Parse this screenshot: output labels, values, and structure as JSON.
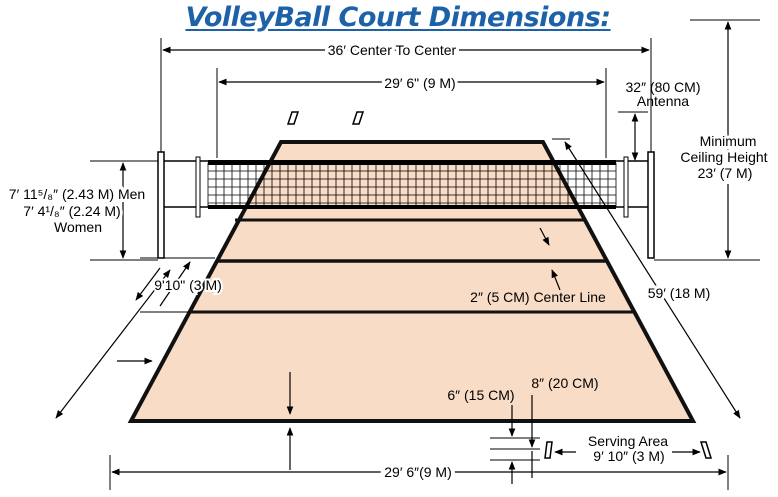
{
  "title": "VolleyBall Court Dimensions:",
  "labels": {
    "center_to_center": "36′ Center To Center",
    "court_width_top": "29′ 6\" (9 M)",
    "antenna_size": "32″ (80 CM)",
    "antenna_word": "Antenna",
    "ceiling_line1": "Minimum",
    "ceiling_line2": "Ceiling Height",
    "ceiling_line3": "23′ (7 M)",
    "net_height_men": "7′ 11⁵/₈″ (2.43 M) Men",
    "net_height_women": "7′ 4¹/₈″ (2.24 M)",
    "women_word": "Women",
    "attack_line": "9'10\" (3 M)",
    "center_line": "2″ (5 CM) Center Line",
    "court_length": "59′ (18 M)",
    "line_width": "6″ (15 CM)",
    "serving_mark": "8″ (20 CM)",
    "serving_area_title": "Serving Area",
    "serving_area_size": "9′ 10″ (3 M)",
    "court_width_bottom": "29′ 6″(9 M)"
  },
  "colors": {
    "title": "#1d62a8",
    "court_fill": "#f8dcc6",
    "lines": "#000000"
  }
}
